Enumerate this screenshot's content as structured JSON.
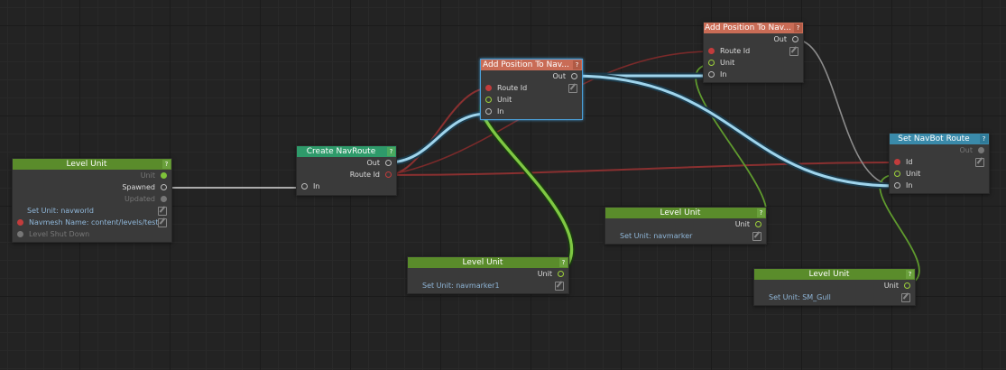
{
  "nodes": {
    "level_unit_main": {
      "title": "Level Unit",
      "outputs": [
        "Unit",
        "Spawned",
        "Updated"
      ],
      "props": [
        "Set Unit: navworld",
        "Navmesh Name: content/levels/test"
      ],
      "footer": "Level Shut Down"
    },
    "create_navroute": {
      "title": "Create NavRoute",
      "outputs": [
        "Out",
        "Route Id"
      ],
      "input": "In"
    },
    "add_position_1": {
      "title": "Add Position To Nav...",
      "output": "Out",
      "inputs": [
        "Route Id",
        "Unit",
        "In"
      ]
    },
    "add_position_2": {
      "title": "Add Position To Nav...",
      "output": "Out",
      "inputs": [
        "Route Id",
        "Unit",
        "In"
      ]
    },
    "set_navbot_route": {
      "title": "Set NavBot Route",
      "output": "Out",
      "inputs": [
        "Id",
        "Unit",
        "In"
      ]
    },
    "level_unit_navmarker1": {
      "title": "Level Unit",
      "output": "Unit",
      "prop": "Set Unit: navmarker1"
    },
    "level_unit_navmarker": {
      "title": "Level Unit",
      "output": "Unit",
      "prop": "Set Unit: navmarker"
    },
    "level_unit_gull": {
      "title": "Level Unit",
      "output": "Unit",
      "prop": "Set Unit: SM_Gull"
    }
  },
  "help_glyph": "?",
  "colors": {
    "background": "#232323",
    "node_body": "#3a3a3a",
    "header_green": "#5a8c2b",
    "header_teal": "#2e9a6a",
    "header_salmon": "#c96c56",
    "header_blue": "#3a8aaa",
    "wire_flow": "#9fd4ec",
    "wire_unit": "#7fc843",
    "wire_id": "#8a3030",
    "wire_plain": "#cccccc"
  }
}
